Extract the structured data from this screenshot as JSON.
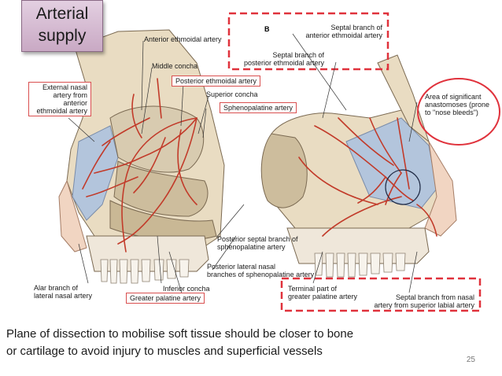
{
  "slide": {
    "title": "Arterial supply",
    "panel_letter": "B",
    "caption_line1": "Plane of dissection to mobilise soft tissue should be closer to bone",
    "caption_line2": "or cartilage to avoid injury to muscles and superficial vessels",
    "page_number": "25"
  },
  "labels": {
    "anterior_ethmoidal": "Anterior ethmoidal artery",
    "middle_concha": "Middle concha",
    "posterior_ethmoidal": "Posterior ethmoidal artery",
    "superior_concha": "Superior concha",
    "sphenopalatine": "Sphenopalatine artery",
    "external_nasal_1": "External nasal",
    "external_nasal_2": "artery from",
    "external_nasal_3": "anterior",
    "external_nasal_4": "ethmoidal artery",
    "alar_1": "Alar branch of",
    "alar_2": "lateral nasal artery",
    "inferior_concha": "Inferior concha",
    "greater_palatine": "Greater palatine artery",
    "septal_ant_1": "Septal branch of",
    "septal_ant_2": "anterior ethmoidal artery",
    "septal_post_1": "Septal branch of",
    "septal_post_2": "posterior ethmoidal artery",
    "anastomoses_1": "Area of significant",
    "anastomoses_2": "anastomoses (prone",
    "anastomoses_3": "to \"nose bleeds\")",
    "post_septal_1": "Posterior septal branch of",
    "post_septal_2": "sphenopalatine artery",
    "post_lateral_1": "Posterior lateral nasal",
    "post_lateral_2": "branches of sphenopalatine artery",
    "terminal_1": "Terminal part of",
    "terminal_2": "greater palatine artery",
    "septal_labial_1": "Septal branch from nasal",
    "septal_labial_2": "artery from superior labial artery"
  },
  "colors": {
    "artery": "#c23b2a",
    "bone": "#d8cbb0",
    "bone_dark": "#b7a583",
    "cartilage": "#aec3df",
    "skin": "#f1d5c2",
    "highlight_red": "#e0323c",
    "title_bg": "#d8bfd5"
  }
}
